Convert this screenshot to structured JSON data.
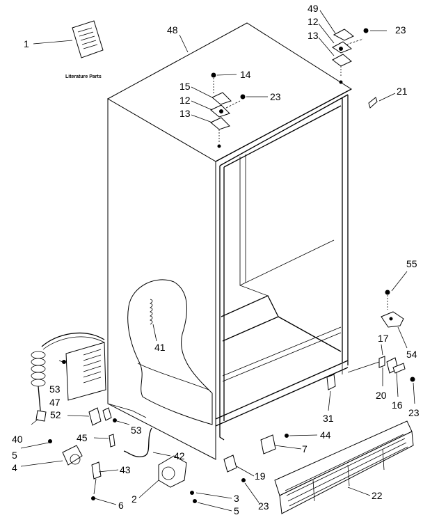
{
  "diagram": {
    "literature_label": "Literature Parts",
    "callouts": [
      {
        "id": "c1",
        "text": "1"
      },
      {
        "id": "c48",
        "text": "48"
      },
      {
        "id": "c49",
        "text": "49"
      },
      {
        "id": "c12a",
        "text": "12"
      },
      {
        "id": "c13a",
        "text": "13"
      },
      {
        "id": "c23a",
        "text": "23"
      },
      {
        "id": "c14",
        "text": "14"
      },
      {
        "id": "c15",
        "text": "15"
      },
      {
        "id": "c12b",
        "text": "12"
      },
      {
        "id": "c23b",
        "text": "23"
      },
      {
        "id": "c13b",
        "text": "13"
      },
      {
        "id": "c21",
        "text": "21"
      },
      {
        "id": "c55",
        "text": "55"
      },
      {
        "id": "c41",
        "text": "41"
      },
      {
        "id": "c54",
        "text": "54"
      },
      {
        "id": "c17",
        "text": "17"
      },
      {
        "id": "c53a",
        "text": "53"
      },
      {
        "id": "c47",
        "text": "47"
      },
      {
        "id": "c20",
        "text": "20"
      },
      {
        "id": "c16",
        "text": "16"
      },
      {
        "id": "c23c",
        "text": "23"
      },
      {
        "id": "c52",
        "text": "52"
      },
      {
        "id": "c31",
        "text": "31"
      },
      {
        "id": "c53b",
        "text": "53"
      },
      {
        "id": "c40",
        "text": "40"
      },
      {
        "id": "c45",
        "text": "45"
      },
      {
        "id": "c5a",
        "text": "5"
      },
      {
        "id": "c44",
        "text": "44"
      },
      {
        "id": "c7",
        "text": "7"
      },
      {
        "id": "c42",
        "text": "42"
      },
      {
        "id": "c4",
        "text": "4"
      },
      {
        "id": "c19",
        "text": "19"
      },
      {
        "id": "c43",
        "text": "43"
      },
      {
        "id": "c22",
        "text": "22"
      },
      {
        "id": "c2",
        "text": "2"
      },
      {
        "id": "c3",
        "text": "3"
      },
      {
        "id": "c6",
        "text": "6"
      },
      {
        "id": "c23d",
        "text": "23"
      },
      {
        "id": "c5b",
        "text": "5"
      }
    ]
  }
}
